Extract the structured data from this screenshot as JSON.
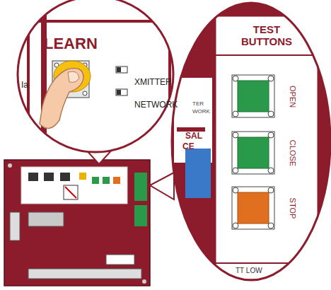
{
  "diagram": {
    "labels": [
      "LEARN",
      "XMITTER",
      "NETWORK",
      "Ia",
      "TEST BUTTONS",
      "TER",
      "WORK",
      "SAL",
      "CE",
      "OPEN",
      "CLOSE",
      "STOP",
      "TT LOW"
    ]
  }
}
